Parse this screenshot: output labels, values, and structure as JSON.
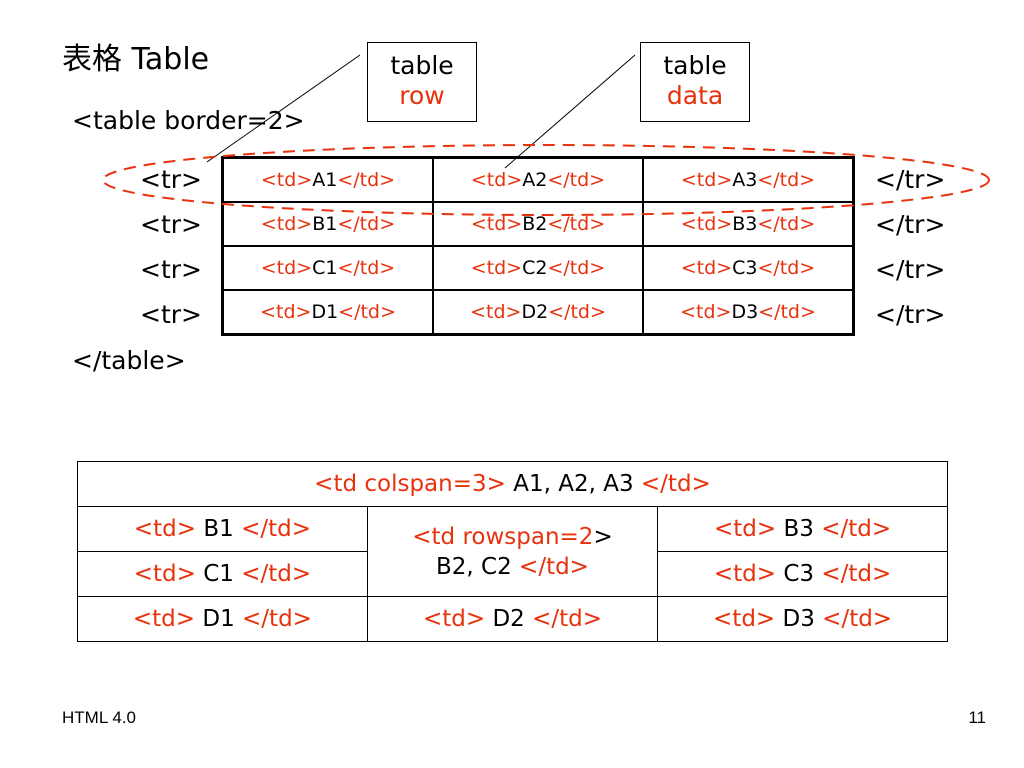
{
  "slide": {
    "title_cjk": "表格",
    "title_en": "Table",
    "callout_row": {
      "line1": "table",
      "line2": "row"
    },
    "callout_data": {
      "line1": "table",
      "line2": "data"
    },
    "table_open": "<table border=2>",
    "table_close": "</table>",
    "tr_open": "<tr>",
    "tr_close": "</tr>",
    "td_open": "<td>",
    "td_close": "</td>",
    "rows": [
      [
        "A1",
        "A2",
        "A3"
      ],
      [
        "B1",
        "B2",
        "B3"
      ],
      [
        "C1",
        "C2",
        "C3"
      ],
      [
        "D1",
        "D2",
        "D3"
      ]
    ],
    "span_table": {
      "colspan_open": "<td colspan=3>",
      "colspan_content": "A1, A2, A3",
      "rowspan_open_red": "<td rowspan=2",
      "rowspan_open_black": ">",
      "rowspan_content": "B2, C2",
      "b1": "B1",
      "b3": "B3",
      "c1": "C1",
      "c3": "C3",
      "d1": "D1",
      "d2": "D2",
      "d3": "D3"
    },
    "footer_left": "HTML 4.0",
    "page_number": "11",
    "colors": {
      "accent": "#e8320e",
      "text": "#000000"
    }
  }
}
